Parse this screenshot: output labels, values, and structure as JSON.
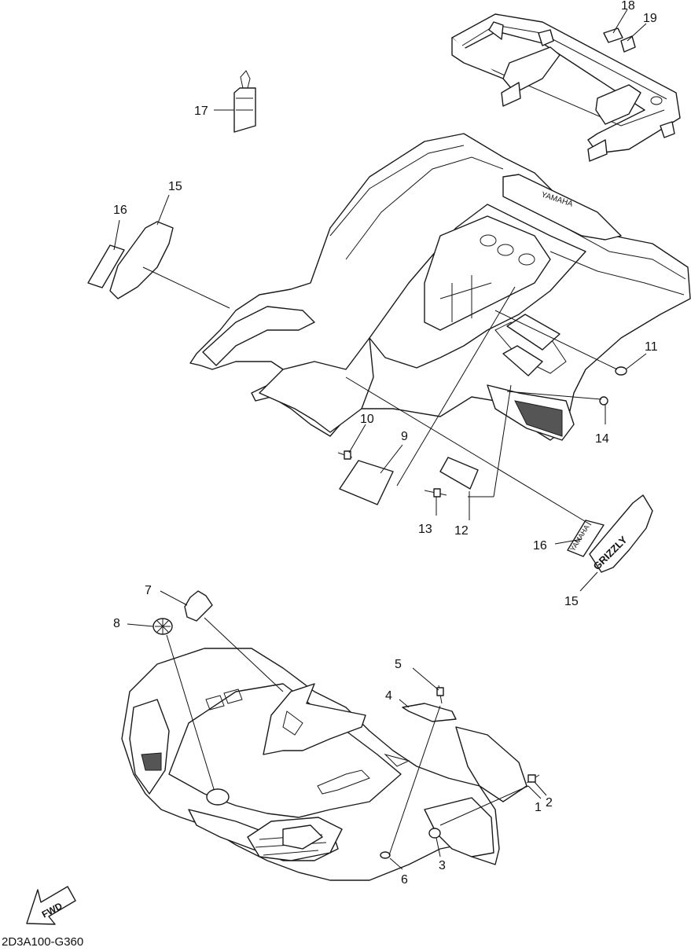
{
  "diagram": {
    "code": "2D3A100-G360",
    "fwd_label": "FWD",
    "rear_panel_text": "YAMAHA",
    "decal_grizzly_text": "GRIZZLY",
    "decal_yamaha_text": "YAMAHA",
    "callouts": {
      "c1": "1",
      "c2": "2",
      "c3": "3",
      "c4": "4",
      "c5": "5",
      "c6": "6",
      "c7": "7",
      "c8": "8",
      "c9": "9",
      "c10": "10",
      "c11": "11",
      "c12": "12",
      "c13": "13",
      "c14": "14",
      "c15a": "15",
      "c15b": "15",
      "c16a": "16",
      "c16b": "16",
      "c17": "17",
      "c18": "18",
      "c19": "19"
    }
  }
}
